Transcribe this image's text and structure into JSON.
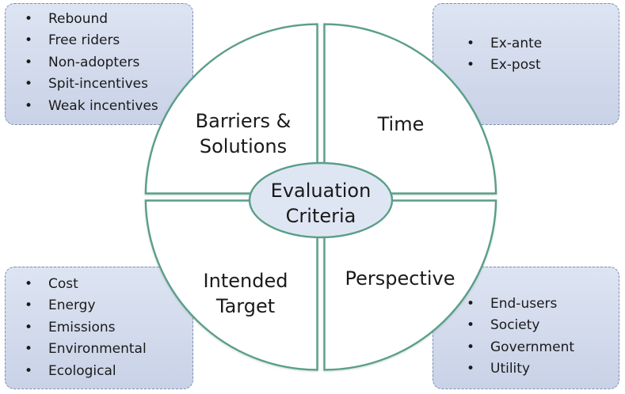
{
  "diagram": {
    "center": {
      "line1": "Evaluation",
      "line2": "Criteria"
    },
    "quadrants": {
      "top_left": {
        "line1": "Barriers &",
        "line2": "Solutions"
      },
      "top_right": {
        "line1": "Time"
      },
      "bottom_left": {
        "line1": "Intended",
        "line2": "Target"
      },
      "bottom_right": {
        "line1": "Perspective"
      }
    },
    "boxes": {
      "top_left": [
        "Rebound",
        "Free riders",
        "Non-adopters",
        "Spit-incentives",
        "Weak incentives"
      ],
      "top_right": [
        "Ex-ante",
        "Ex-post"
      ],
      "bottom_left": [
        "Cost",
        "Energy",
        "Emissions",
        "Environmental",
        "Ecological"
      ],
      "bottom_right": [
        "End-users",
        "Society",
        "Government",
        "Utility"
      ]
    },
    "colors": {
      "box_fill": "#d4dbed",
      "box_border": "#7f8fb1",
      "circle_outline": "#5a9e88",
      "center_fill": "#dfe6f3",
      "center_outline": "#5a9e88"
    }
  }
}
